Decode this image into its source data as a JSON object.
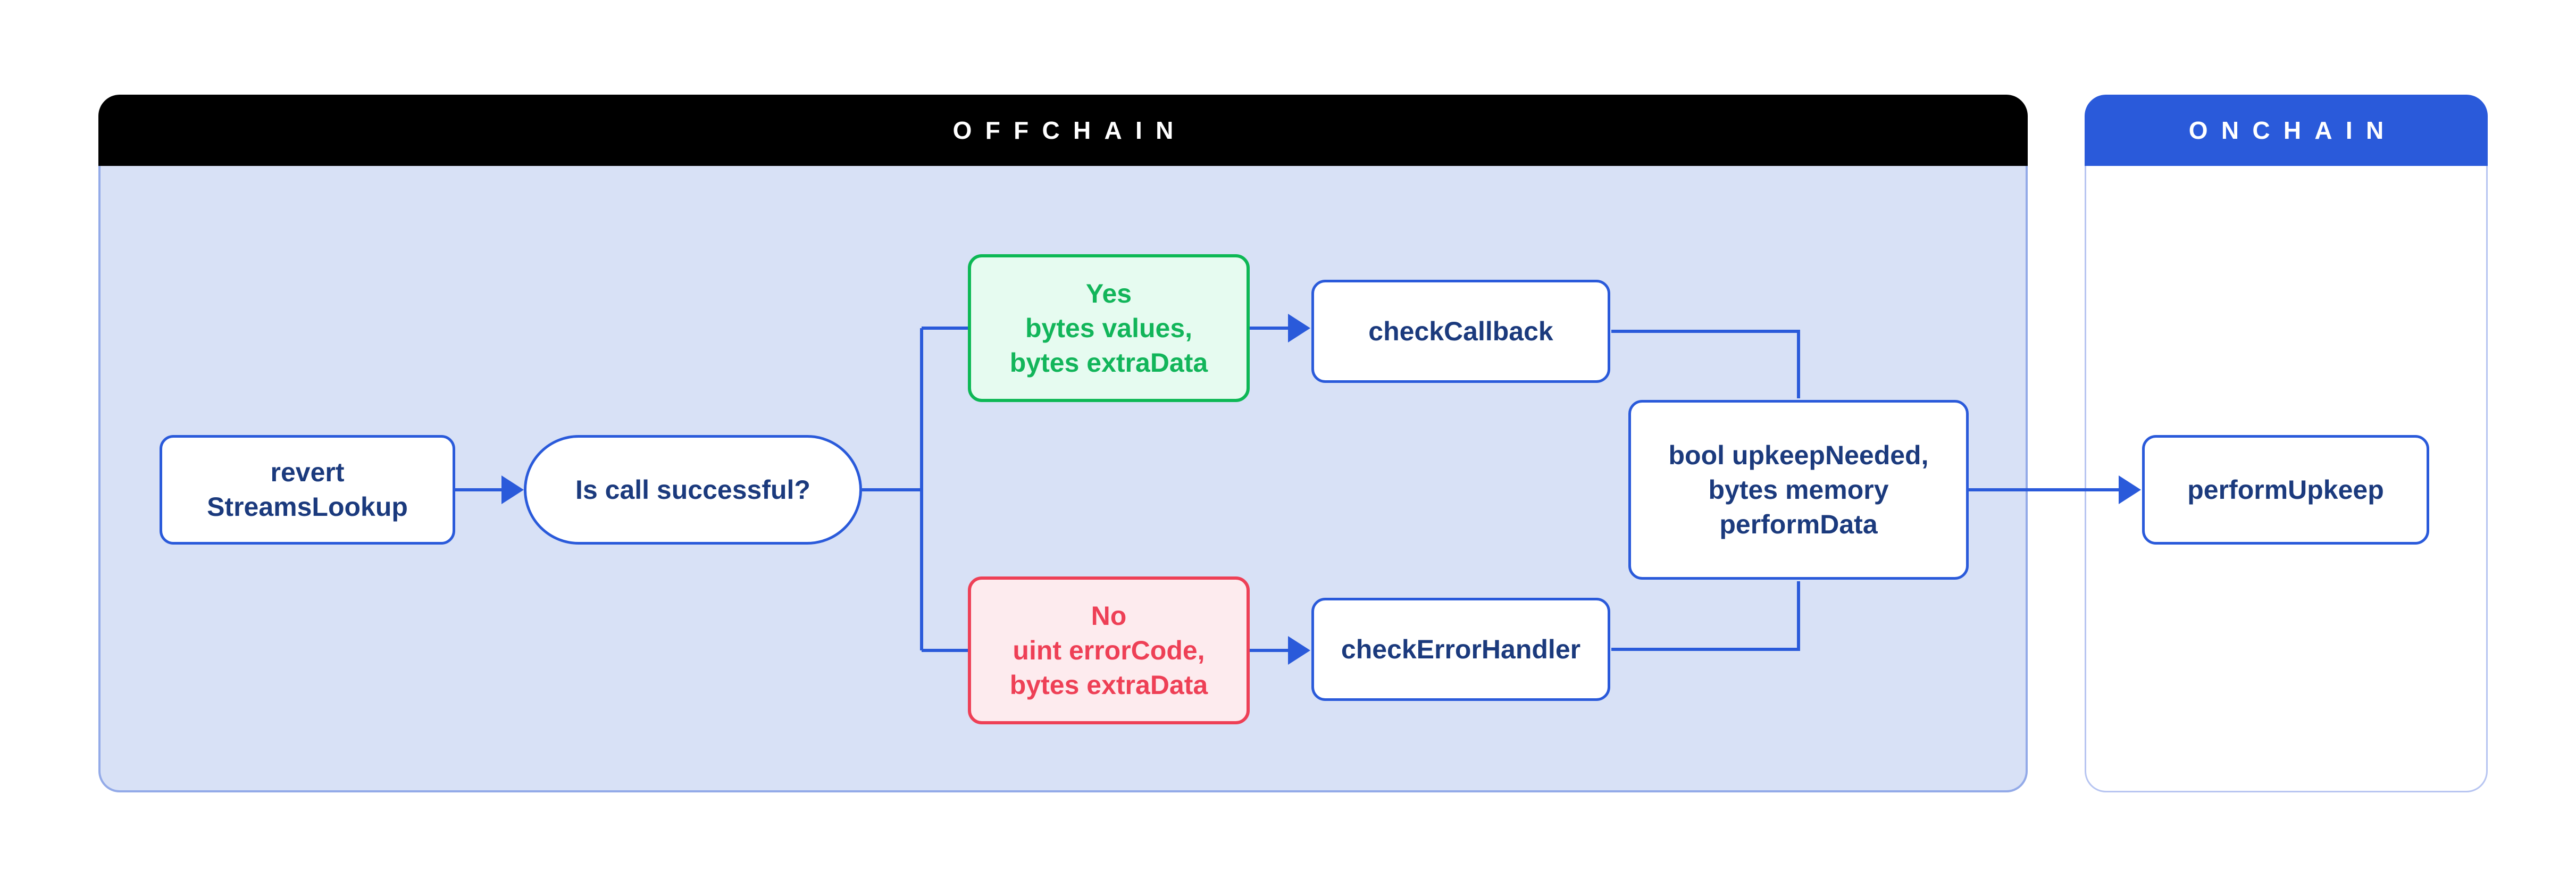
{
  "diagram": {
    "regions": {
      "offchain": {
        "label": "OFFCHAIN",
        "header_color": "#000000",
        "body_color": "#d8e1f6"
      },
      "onchain": {
        "label": "ONCHAIN",
        "header_color": "#2a5ada",
        "body_color": "#ffffff"
      }
    },
    "nodes": {
      "revert_streams_lookup": {
        "lines": [
          "revert",
          "StreamsLookup"
        ]
      },
      "is_call_successful": {
        "label": "Is call successful?"
      },
      "yes_branch": {
        "lines": [
          "Yes",
          "bytes values,",
          "bytes extraData"
        ]
      },
      "check_callback": {
        "label": "checkCallback"
      },
      "no_branch": {
        "lines": [
          "No",
          "uint errorCode,",
          "bytes extraData"
        ]
      },
      "check_error_handler": {
        "label": "checkErrorHandler"
      },
      "upkeep_result": {
        "lines": [
          "bool upkeepNeeded,",
          "bytes memory",
          "performData"
        ]
      },
      "perform_upkeep": {
        "label": "performUpkeep"
      }
    },
    "edges": [
      {
        "from": "revert_streams_lookup",
        "to": "is_call_successful",
        "arrow": true
      },
      {
        "from": "is_call_successful",
        "to": "yes_branch",
        "arrow": false
      },
      {
        "from": "is_call_successful",
        "to": "no_branch",
        "arrow": false
      },
      {
        "from": "yes_branch",
        "to": "check_callback",
        "arrow": true
      },
      {
        "from": "no_branch",
        "to": "check_error_handler",
        "arrow": true
      },
      {
        "from": "check_callback",
        "to": "upkeep_result",
        "arrow": false
      },
      {
        "from": "check_error_handler",
        "to": "upkeep_result",
        "arrow": false
      },
      {
        "from": "upkeep_result",
        "to": "perform_upkeep",
        "arrow": true
      }
    ],
    "colors": {
      "line_blue": "#2a5ada",
      "navy_text": "#1b3a7d",
      "green_border": "#0db855",
      "green_text": "#12b55a",
      "green_fill": "#e6fbf0",
      "red_border": "#ee4056",
      "red_text": "#ee4056",
      "red_fill": "#fdebee",
      "offchain_body": "#d8e1f6",
      "offchain_border": "#93aae8",
      "onchain_header": "#2a5ada",
      "onchain_border": "#b7c5f1",
      "offchain_header": "#000000"
    }
  }
}
